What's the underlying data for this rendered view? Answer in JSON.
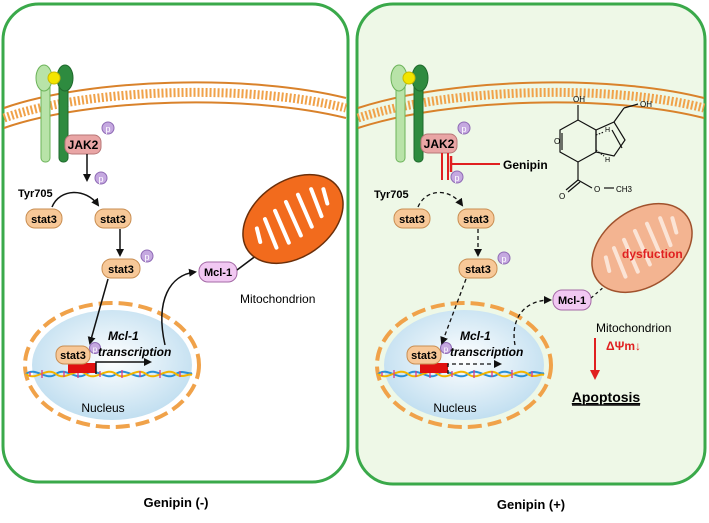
{
  "colors": {
    "panel_border": "#3aa94a",
    "panel_left_fill": "#ffffff",
    "panel_right_fill": "#eef8e7",
    "membrane": "#f0a24a",
    "membrane_dark": "#d9822b",
    "receptor_light": "#b8e3a8",
    "receptor_dark": "#2e8b3f",
    "ligand": "#f2e500",
    "jak2_fill": "#e9a5a5",
    "stat3_fill": "#f7c898",
    "phospho_fill": "#c5a8e0",
    "mcl1_fill": "#f1c8f2",
    "nucleus_fill": "#d4e8f5",
    "nucleus_border": "#f0a24a",
    "mito_active": "#f26b1d",
    "mito_dysfunction": "#f3b491",
    "inhibit_red": "#e02020",
    "dna_red": "#e01010"
  },
  "panels": {
    "left": {
      "caption": "Genipin (-)",
      "jak2": "JAK2",
      "phospho": "p",
      "tyr": "Tyr705",
      "stat3": "stat3",
      "mcl1": "Mcl-1",
      "mitochondrion": "Mitochondrion",
      "mcl1_italic": "Mcl-1",
      "transcription": "transcription",
      "nucleus": "Nucleus"
    },
    "right": {
      "caption": "Genipin (+)",
      "jak2": "JAK2",
      "phospho": "p",
      "genipin": "Genipin",
      "tyr": "Tyr705",
      "stat3": "stat3",
      "mcl1": "Mcl-1",
      "mitochondrion": "Mitochondrion",
      "dysfunction": "dysfuction",
      "delta_psi": "ΔΨm↓",
      "apoptosis": "Apoptosis",
      "mcl1_italic": "Mcl-1",
      "transcription": "transcription",
      "nucleus": "Nucleus"
    }
  },
  "molecule": {
    "oh": "OH",
    "h1": "H",
    "h2": "H",
    "ch2oh": "OH",
    "o_ring": "O",
    "o_carbonyl": "O",
    "o_ester": "O",
    "ch3": "CH3"
  }
}
